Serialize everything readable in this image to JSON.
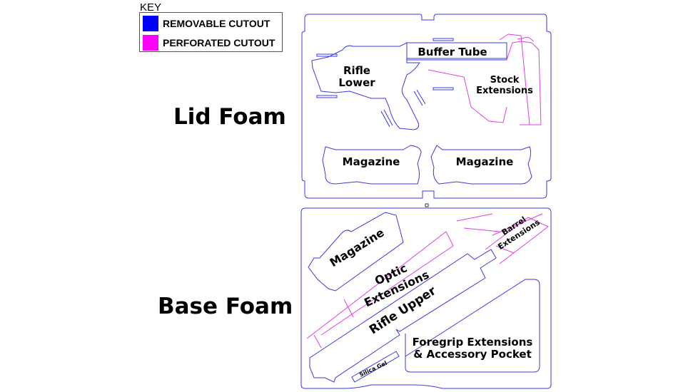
{
  "key": {
    "title": "KEY",
    "items": [
      {
        "label": "REMOVABLE CUTOUT",
        "color": "#0000ff"
      },
      {
        "label": "PERFORATED CUTOUT",
        "color": "#ff00ff"
      }
    ]
  },
  "lid": {
    "title": "Lid Foam",
    "labels": {
      "rifle_lower_1": "Rifle",
      "rifle_lower_2": "Lower",
      "buffer_tube": "Buffer Tube",
      "stock_1": "Stock",
      "stock_2": "Extensions",
      "magazine_left": "Magazine",
      "magazine_right": "Magazine"
    }
  },
  "base": {
    "title": "Base Foam",
    "labels": {
      "magazine": "Magazine",
      "optic_1": "Optic",
      "optic_2": "Extensions",
      "rifle_upper": "Rifle Upper",
      "barrel_1": "Barrel",
      "barrel_2": "Extensions",
      "foregrip_1": "Foregrip Extensions",
      "foregrip_2": "& Accessory Pocket",
      "silica": "Silica Gel"
    }
  },
  "colors": {
    "cut": "#3a3ae0",
    "perf": "#e040e0"
  }
}
